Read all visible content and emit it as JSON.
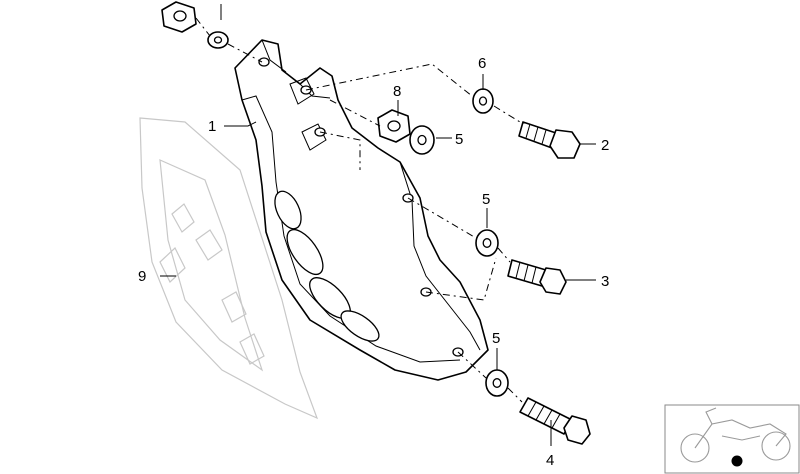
{
  "callouts": {
    "label_1": "1",
    "label_2": "2",
    "label_3": "3",
    "label_4": "4",
    "label_5a": "5",
    "label_5b": "5",
    "label_5c": "5",
    "label_6": "6",
    "label_8": "8",
    "label_9": "9"
  }
}
